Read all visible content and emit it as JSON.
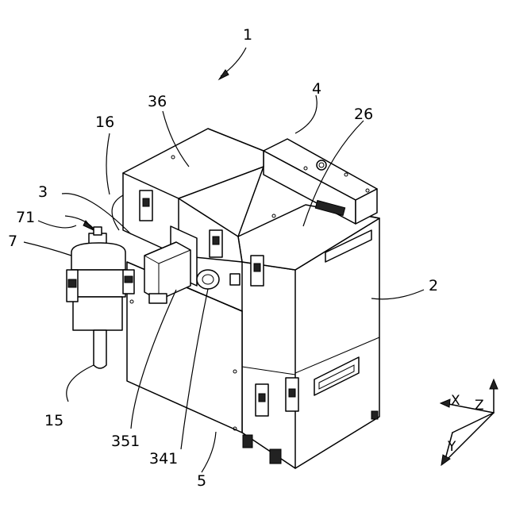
{
  "figure": {
    "ref_numerals": {
      "assembly": "1",
      "body": "2",
      "unit": "3",
      "box": "4",
      "lower": "5",
      "separator": "7",
      "separator_port": "71",
      "drain": "15",
      "hose": "16",
      "top_panel_right": "26",
      "top_panel_left": "36",
      "port_341": "341",
      "port_351": "351"
    },
    "axes": {
      "x": "X",
      "y": "Y",
      "z": "Z"
    }
  }
}
